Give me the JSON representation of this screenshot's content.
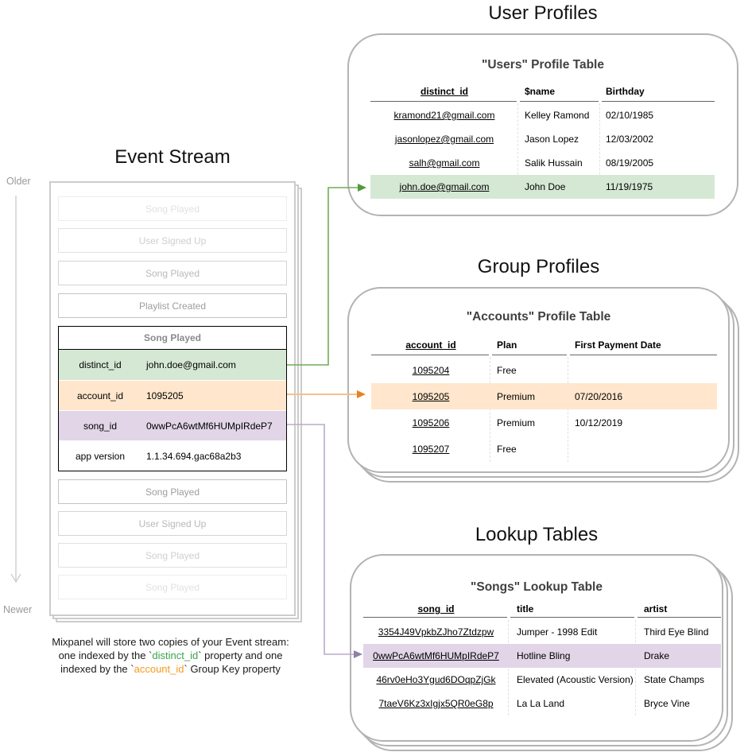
{
  "event_stream": {
    "title": "Event Stream",
    "older": "Older",
    "newer": "Newer",
    "events_before": [
      {
        "label": "Song Played"
      },
      {
        "label": "User Signed Up"
      },
      {
        "label": "Song Played"
      },
      {
        "label": "Playlist Created"
      }
    ],
    "selected_event": {
      "title": "Song Played",
      "properties": [
        {
          "key": "distinct_id",
          "value": "john.doe@gmail.com"
        },
        {
          "key": "account_id",
          "value": "1095205"
        },
        {
          "key": "song_id",
          "value": "0wwPcA6wtMf6HUMpIRdeP7"
        },
        {
          "key": "app version",
          "value": "1.1.34.694.gac68a2b3"
        }
      ]
    },
    "events_after": [
      {
        "label": "Song Played"
      },
      {
        "label": "User Signed Up"
      },
      {
        "label": "Song Played"
      },
      {
        "label": "Song Played"
      }
    ]
  },
  "user_profiles": {
    "section_title": "User Profiles",
    "table_title": "\"Users\" Profile Table",
    "columns": [
      "distinct_id",
      "$name",
      "Birthday"
    ],
    "rows": [
      [
        "kramond21@gmail.com",
        "Kelley Ramond",
        "02/10/1985"
      ],
      [
        "jasonlopez@gmail.com",
        "Jason Lopez",
        "12/03/2002"
      ],
      [
        "salh@gmail.com",
        "Salik Hussain",
        "08/19/2005"
      ],
      [
        "john.doe@gmail.com",
        "John Doe",
        "11/19/1975"
      ]
    ],
    "highlighted_row_index": 3,
    "highlight_color": "#d5e8d4"
  },
  "group_profiles": {
    "section_title": "Group Profiles",
    "table_title": "\"Accounts\" Profile Table",
    "columns": [
      "account_id",
      "Plan",
      "First Payment Date"
    ],
    "rows": [
      [
        "1095204",
        "Free",
        ""
      ],
      [
        "1095205",
        "Premium",
        "07/20/2016"
      ],
      [
        "1095206",
        "Premium",
        "10/12/2019"
      ],
      [
        "1095207",
        "Free",
        ""
      ]
    ],
    "highlighted_row_index": 1,
    "highlight_color": "#ffe6cc"
  },
  "lookup_tables": {
    "section_title": "Lookup Tables",
    "table_title": "\"Songs\" Lookup Table",
    "columns": [
      "song_id",
      "title",
      "artist"
    ],
    "rows": [
      [
        "3354J49VpkbZJho7Ztdzpw",
        "Jumper - 1998 Edit",
        "Third Eye Blind"
      ],
      [
        "0wwPcA6wtMf6HUMpIRdeP7",
        "Hotline Bling",
        "Drake"
      ],
      [
        "46rv0eHo3Ygud6DOqpZjGk",
        "Elevated (Acoustic Version)",
        "State Champs"
      ],
      [
        "7taeV6Kz3xIgjx5QR0eG8p",
        "La La Land",
        "Bryce Vine"
      ]
    ],
    "highlighted_row_index": 1,
    "highlight_color": "#e1d5e7"
  },
  "caption": {
    "line1": "Mixpanel will store two copies of your Event stream:",
    "line2_prefix": "one indexed by the `",
    "line2_code": "distinct_id",
    "line2_suffix": "` property and one",
    "line3_prefix": "indexed by the `",
    "line3_code": "account_id",
    "line3_suffix": "` Group Key property"
  },
  "colors": {
    "distinct_id_accent": "#3aa34c",
    "account_id_accent": "#f69b1d",
    "green_fill": "#d5e8d4",
    "orange_fill": "#ffe6cc",
    "purple_fill": "#e1d5e7",
    "green_arrow": "#72ac55",
    "orange_arrow": "#e8821d",
    "purple_arrow": "#8e81a4"
  }
}
